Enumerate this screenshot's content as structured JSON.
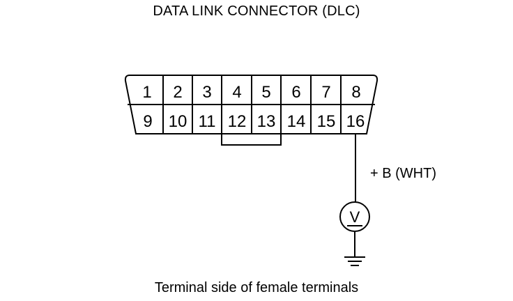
{
  "title": "DATA LINK CONNECTOR (DLC)",
  "caption": "Terminal side of female terminals",
  "connector": {
    "top_row": [
      "1",
      "2",
      "3",
      "4",
      "5",
      "6",
      "7",
      "8"
    ],
    "bottom_row": [
      "9",
      "10",
      "11",
      "12",
      "13",
      "14",
      "15",
      "16"
    ]
  },
  "wire_label": "+ B (WHT)",
  "meter_symbol": "V"
}
